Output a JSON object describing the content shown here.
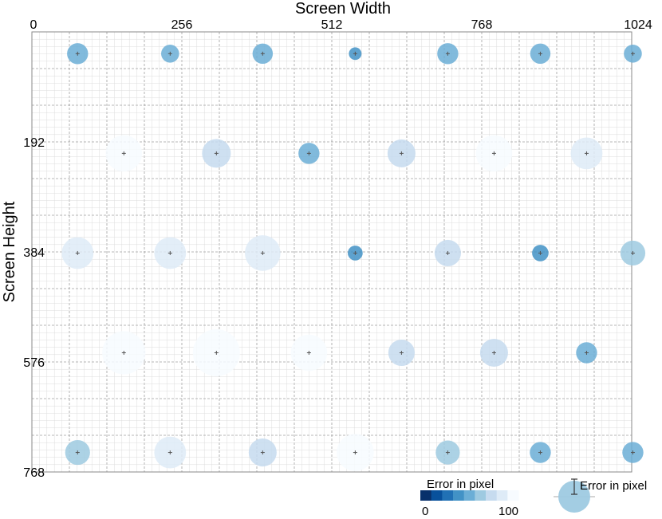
{
  "chart_data": {
    "type": "scatter",
    "xlabel": "Screen Width",
    "ylabel": "Screen Height",
    "xlim": [
      0,
      1024
    ],
    "ylim": [
      0,
      768
    ],
    "y_inverted": true,
    "x_axis_position": "top",
    "x_ticks": [
      "0",
      "256",
      "512",
      "768",
      "1024"
    ],
    "y_ticks": [
      "192",
      "384",
      "576",
      "768"
    ],
    "grid": true,
    "points": [
      {
        "x": 78,
        "y": 38,
        "error": 30
      },
      {
        "x": 236,
        "y": 38,
        "error": 22
      },
      {
        "x": 394,
        "y": 38,
        "error": 28
      },
      {
        "x": 552,
        "y": 38,
        "error": 8
      },
      {
        "x": 710,
        "y": 38,
        "error": 30
      },
      {
        "x": 868,
        "y": 38,
        "error": 28
      },
      {
        "x": 1026,
        "y": 38,
        "error": 22
      },
      {
        "x": 157,
        "y": 212,
        "error": 70
      },
      {
        "x": 315,
        "y": 212,
        "error": 50
      },
      {
        "x": 473,
        "y": 212,
        "error": 30
      },
      {
        "x": 631,
        "y": 212,
        "error": 48
      },
      {
        "x": 789,
        "y": 212,
        "error": 70
      },
      {
        "x": 947,
        "y": 212,
        "error": 58
      },
      {
        "x": 78,
        "y": 386,
        "error": 58
      },
      {
        "x": 236,
        "y": 386,
        "error": 58
      },
      {
        "x": 394,
        "y": 386,
        "error": 68
      },
      {
        "x": 552,
        "y": 386,
        "error": 14
      },
      {
        "x": 710,
        "y": 386,
        "error": 44
      },
      {
        "x": 868,
        "y": 386,
        "error": 18
      },
      {
        "x": 1026,
        "y": 386,
        "error": 40
      },
      {
        "x": 157,
        "y": 560,
        "error": 88
      },
      {
        "x": 315,
        "y": 560,
        "error": 98
      },
      {
        "x": 473,
        "y": 560,
        "error": 70
      },
      {
        "x": 631,
        "y": 560,
        "error": 44
      },
      {
        "x": 789,
        "y": 560,
        "error": 48
      },
      {
        "x": 947,
        "y": 560,
        "error": 30
      },
      {
        "x": 78,
        "y": 734,
        "error": 40
      },
      {
        "x": 236,
        "y": 734,
        "error": 58
      },
      {
        "x": 394,
        "y": 734,
        "error": 48
      },
      {
        "x": 552,
        "y": 734,
        "error": 72
      },
      {
        "x": 710,
        "y": 734,
        "error": 38
      },
      {
        "x": 868,
        "y": 734,
        "error": 30
      },
      {
        "x": 1026,
        "y": 734,
        "error": 30
      }
    ],
    "legend": {
      "color_title": "Error in pixel",
      "color_min": "0",
      "color_max": "100",
      "size_title": "Error in pixel"
    },
    "colors": {
      "scale": [
        "#08306b",
        "#08519c",
        "#2171b5",
        "#4292c6",
        "#6baed6",
        "#9ecae1",
        "#c6dbef",
        "#deebf7",
        "#f7fbff"
      ],
      "grid_major": "#a0a0a0",
      "grid_minor": "#dcdcdc",
      "marker_center": "#555555"
    }
  }
}
